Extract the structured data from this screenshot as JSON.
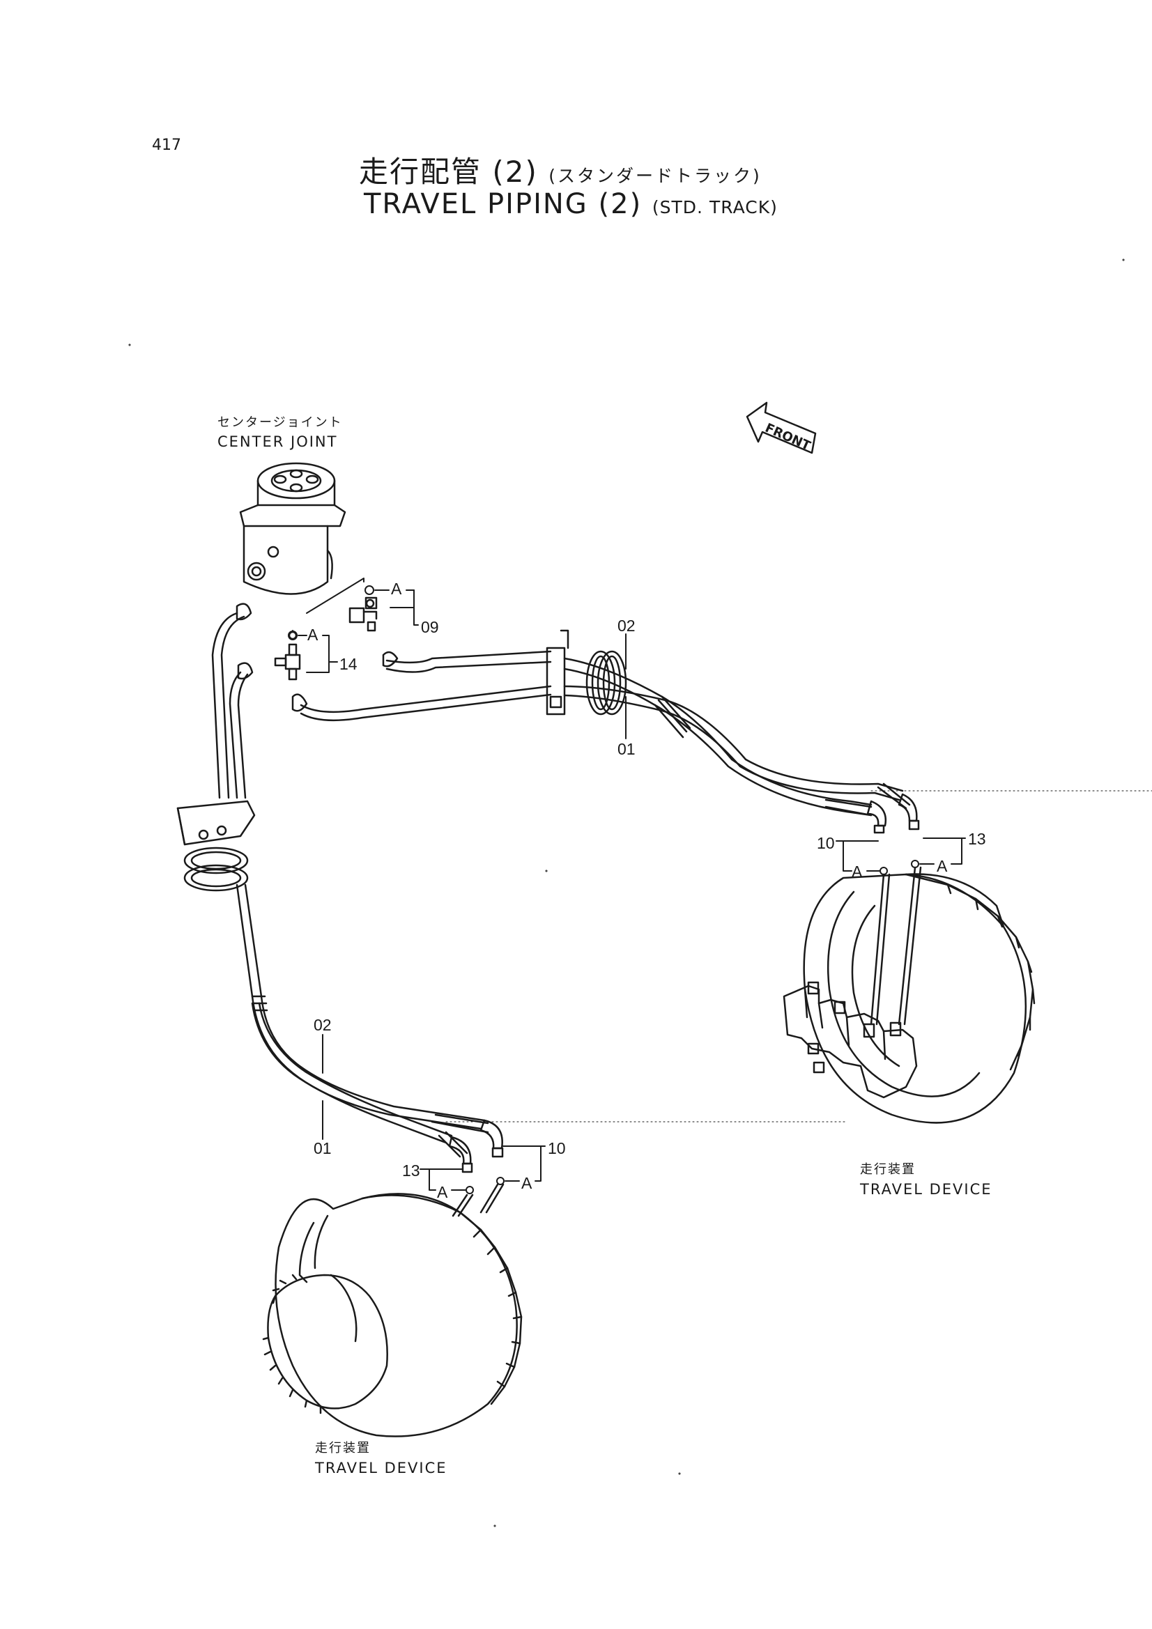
{
  "page_number": "417",
  "title": {
    "jp": "走行配管 (2)",
    "jp_sub": "(スタンダードトラック)",
    "en": "TRAVEL PIPING (2)",
    "en_sub": "(STD. TRACK)"
  },
  "front_label": "FRONT",
  "center_joint": {
    "jp": "センタージョイント",
    "en": "CENTER JOINT"
  },
  "travel_device_right": {
    "jp": "走行装置",
    "en": "TRAVEL DEVICE"
  },
  "travel_device_left": {
    "jp": "走行装置",
    "en": "TRAVEL DEVICE"
  },
  "part_numbers": {
    "p09": "09",
    "p14": "14",
    "p02_upper": "02",
    "p01_upper": "01",
    "p02_lower": "02",
    "p01_lower": "01",
    "p10_right": "10",
    "p13_right": "13",
    "p13_left": "13",
    "p10_left": "10"
  },
  "detail_marks": {
    "a1": "A",
    "a2": "A",
    "a3": "A",
    "a4": "A",
    "a5": "A",
    "a6": "A"
  }
}
